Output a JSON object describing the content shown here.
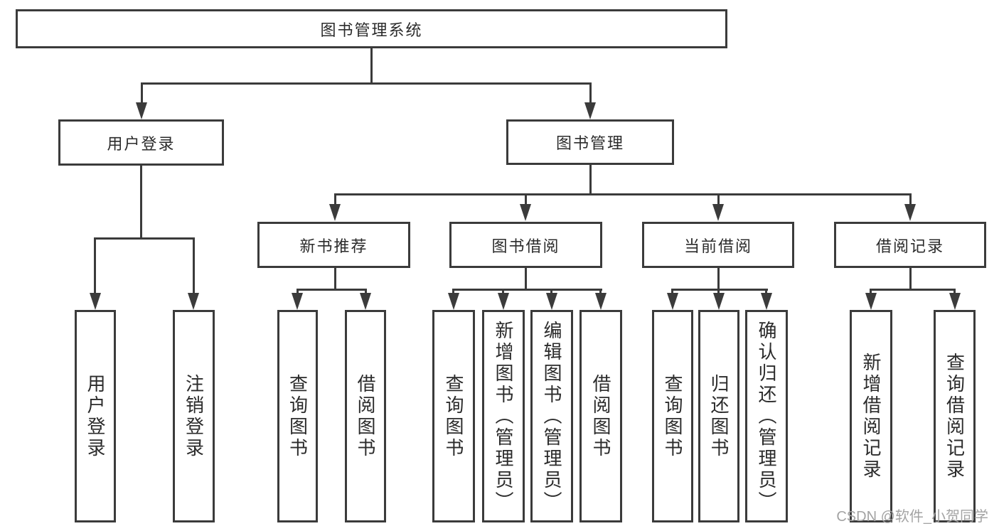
{
  "diagram": {
    "root": {
      "label": "图书管理系统"
    },
    "level2": [
      {
        "label": "用户登录"
      },
      {
        "label": "图书管理"
      }
    ],
    "level3": [
      {
        "label": "新书推荐"
      },
      {
        "label": "图书借阅"
      },
      {
        "label": "当前借阅"
      },
      {
        "label": "借阅记录"
      }
    ],
    "leaves": {
      "user_login": [
        {
          "label": "用户登录"
        },
        {
          "label": "注销登录"
        }
      ],
      "new_book": [
        {
          "label": "查询图书"
        },
        {
          "label": "借阅图书"
        }
      ],
      "book_borrow": [
        {
          "label": "查询图书"
        },
        {
          "label": "新增图书（管理员）"
        },
        {
          "label": "编辑图书（管理员）"
        },
        {
          "label": "借阅图书"
        }
      ],
      "current_borrow": [
        {
          "label": "查询图书"
        },
        {
          "label": "归还图书"
        },
        {
          "label": "确认归还（管理员）"
        }
      ],
      "borrow_record": [
        {
          "label": "新增借阅记录"
        },
        {
          "label": "查询借阅记录"
        }
      ]
    }
  },
  "watermark": {
    "text": "CSDN @软件_小贺同学"
  },
  "colors": {
    "line": "#3b3b3b",
    "text": "#2b2b2b",
    "watermark": "#a3a3a3",
    "background": "#ffffff"
  }
}
